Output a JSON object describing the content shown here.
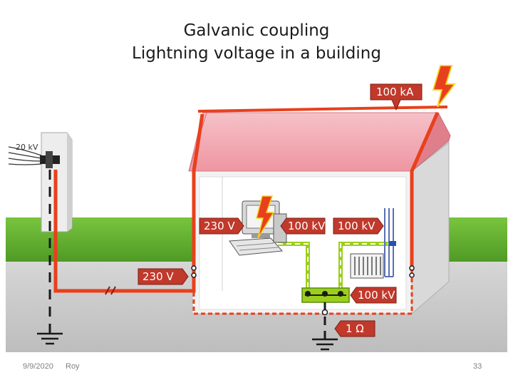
{
  "title": {
    "line1": "Galvanic coupling",
    "line2": "Lightning voltage in a building"
  },
  "labels": {
    "strike_current": "100 kA",
    "grid_voltage": "20 kV",
    "equipment_voltage": "230 V",
    "pc_data_voltage": "100 kV",
    "rack_voltage": "100 kV",
    "supply_voltage": "230 V",
    "earth_bar_voltage": "100 kV",
    "earth_resistance": "1 Ω"
  },
  "footer": {
    "date": "9/9/2020",
    "author": "Roy",
    "page_number": "33"
  },
  "colors": {
    "roof": "#f2a4ae",
    "wall": "#ececec",
    "lightning_path": "#e8401c",
    "earth_conductor": "#9ccf1b",
    "label_box": "#c0392b",
    "grass": "#5fae2e",
    "ground": "#c9c9c9"
  },
  "icons": {
    "lightning": "lightning-bolt-icon",
    "computer": "computer-icon",
    "radiator": "radiator-icon",
    "ground": "ground-symbol-icon"
  }
}
